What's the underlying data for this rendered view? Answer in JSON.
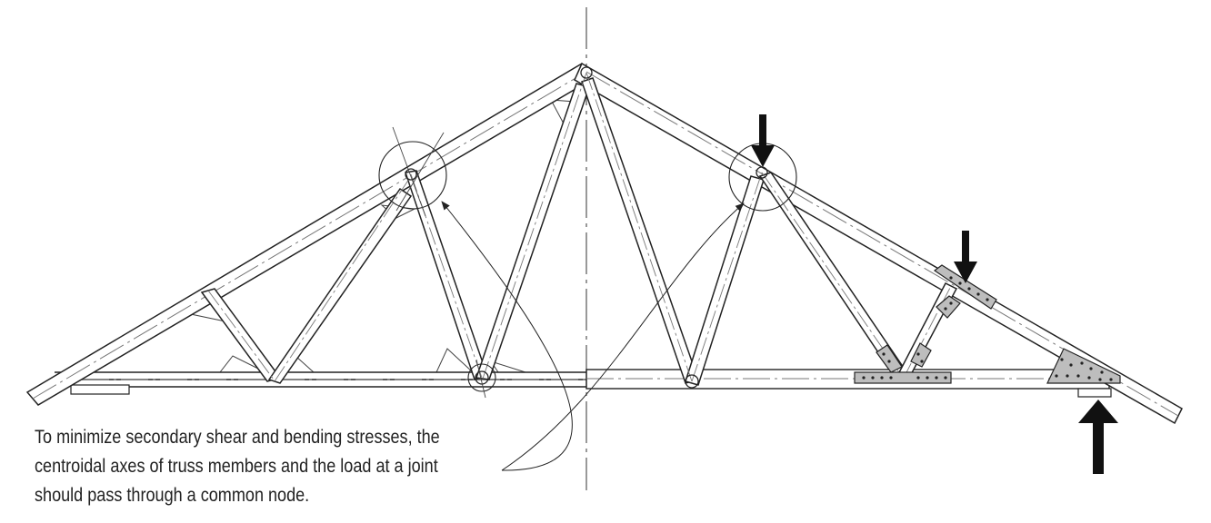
{
  "figure": {
    "caption_lines": [
      "To minimize secondary shear and bending stresses, the",
      "centroidal axes of truss members and the load at a joint",
      "should pass through a common node."
    ]
  },
  "colors": {
    "line": "#222222",
    "plate_fill": "#bdbdbd",
    "arrow": "#111111",
    "centerline": "#555555"
  },
  "icons": {
    "load_arrow": "arrow-down-icon",
    "reaction_arrow": "arrow-up-icon"
  }
}
